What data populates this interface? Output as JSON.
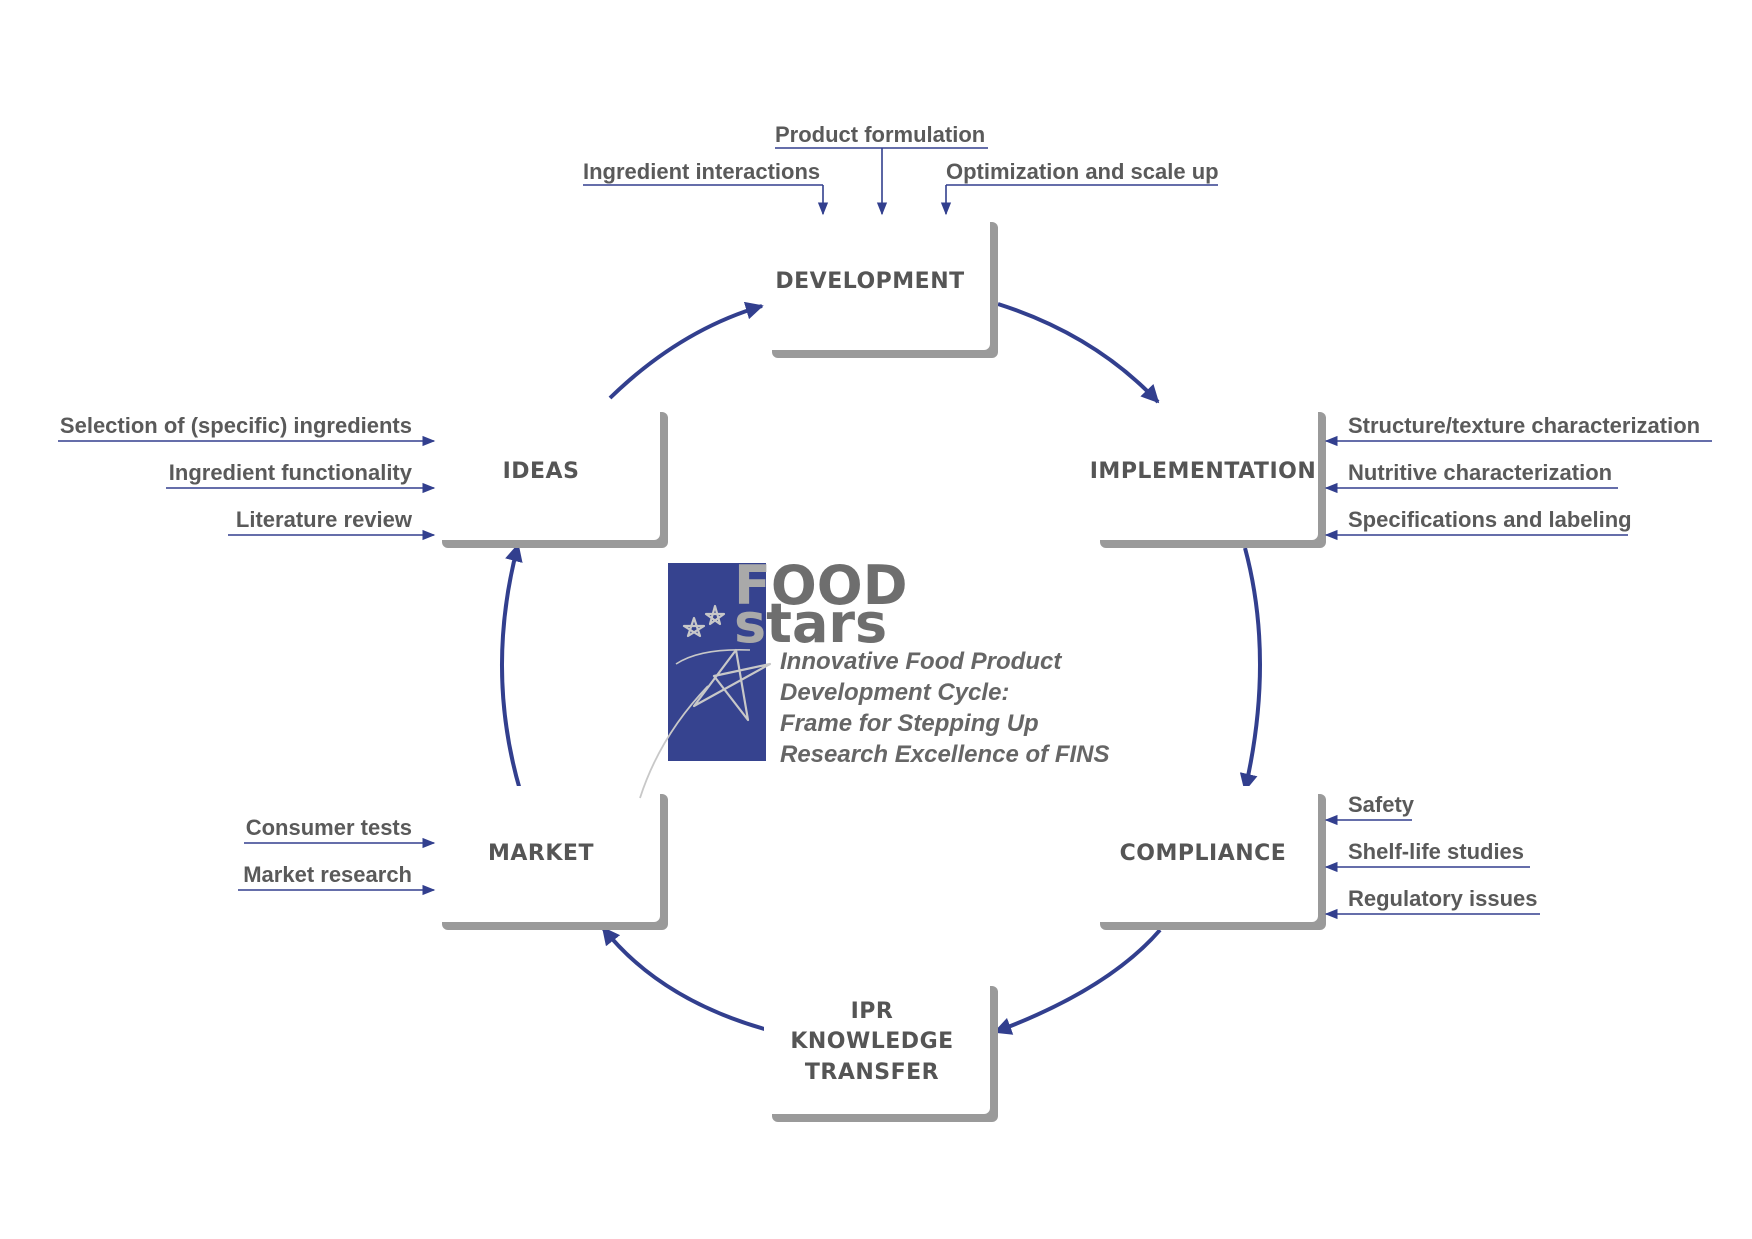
{
  "colors": {
    "accent": "#323f8e",
    "node_text": "#555555",
    "label_text": "#5a5a5a",
    "shadow": "#9a9a9a",
    "logo_blue": "#36438f"
  },
  "stages": {
    "development": "DEVELOPMENT",
    "implementation": "IMPLEMENTATION",
    "compliance": "COMPLIANCE",
    "ipr": {
      "line1": "IPR",
      "line2": "KNOWLEDGE",
      "line3": "TRANSFER"
    },
    "market": "MARKET",
    "ideas": "IDEAS"
  },
  "development_inputs": {
    "product_formulation": "Product formulation",
    "ingredient_interactions": "Ingredient interactions",
    "optimization": "Optimization and scale up"
  },
  "ideas_inputs": {
    "selection": "Selection of (specific) ingredients",
    "functionality": "Ingredient functionality",
    "literature": "Literature review"
  },
  "implementation_inputs": {
    "structure": "Structure/texture characterization",
    "nutritive": "Nutritive characterization",
    "specifications": "Specifications and labeling"
  },
  "market_inputs": {
    "consumer": "Consumer tests",
    "research": "Market research"
  },
  "compliance_inputs": {
    "safety": "Safety",
    "shelf_life": "Shelf-life studies",
    "regulatory": "Regulatory issues"
  },
  "logo": {
    "food_first": "F",
    "food_rest": "OOD",
    "stars_first": "s",
    "stars_rest": "tars",
    "tagline_1": "Innovative Food Product",
    "tagline_2": "Development Cycle:",
    "tagline_3": "Frame for Stepping Up",
    "tagline_4": "Research Excellence of FINS"
  }
}
